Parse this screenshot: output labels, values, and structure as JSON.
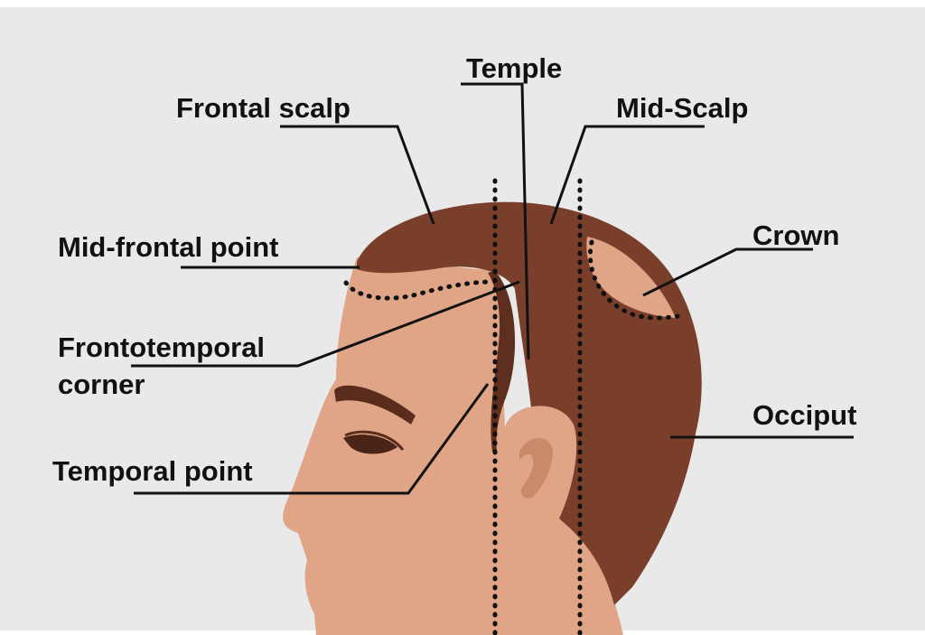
{
  "diagram": {
    "labels": {
      "frontal_scalp": "Frontal scalp",
      "temple": "Temple",
      "mid_scalp": "Mid-Scalp",
      "mid_frontal_point": "Mid-frontal point",
      "crown": "Crown",
      "frontotemporal_line1": "Frontotemporal",
      "frontotemporal_line2": "corner",
      "occiput": "Occiput",
      "temporal_point": "Temporal point"
    },
    "colors": {
      "background": "#e9e9e9",
      "skin": "#dfa586",
      "skin_shadow": "#c98a6c",
      "hair": "#7a3f2b",
      "hair_dark": "#5e2e1f",
      "brow": "#5a2c1d",
      "eye": "#4a2417",
      "line": "#111111"
    }
  }
}
